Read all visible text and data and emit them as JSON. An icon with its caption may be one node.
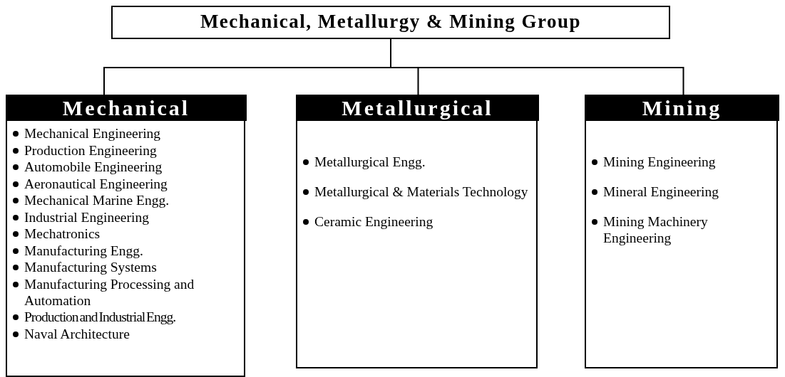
{
  "diagram": {
    "nodes": [
      {
        "text": [
          "Mechanical, Metallurgy & Mining Group"
        ]
      },
      {
        "text": [
          "Mechanical",
          "Mechanical Engineering",
          "Production Engineering",
          "Automobile Engineering",
          "Aeronautical Engineering",
          "Mechanical Marine Engg.",
          "Industrial Engineering",
          "Mechatronics",
          "Manufacturing Engg.",
          "Manufacturing Systems",
          "Manufacturing Processing and Automation",
          "Production and Industrial Engg.",
          "Naval Architecture"
        ]
      },
      {
        "text": [
          "Metallurgical",
          "Metallurgical Engg.",
          "Metallurgical & Materials Technology",
          "Ceramic Engineering"
        ]
      },
      {
        "text": [
          "Mining",
          "Mining Engineering",
          "Mineral Engineering",
          "Mining Machinery Engineering"
        ]
      }
    ],
    "edges": [
      {
        "from": 0,
        "to": 1,
        "arrow": "none"
      },
      {
        "from": 0,
        "to": 2,
        "arrow": "none"
      },
      {
        "from": 0,
        "to": 3,
        "arrow": "none"
      }
    ]
  }
}
